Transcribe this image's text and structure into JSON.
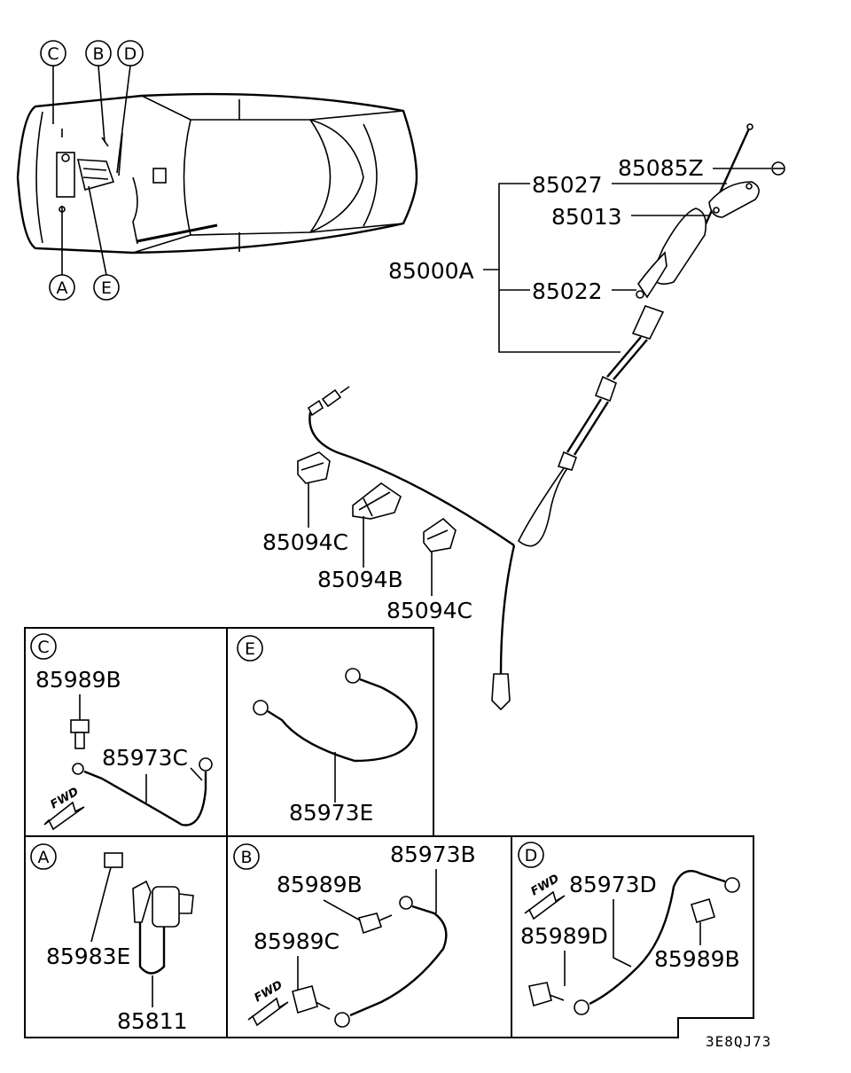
{
  "overview_callouts": {
    "c": "C",
    "b": "B",
    "d": "D",
    "a": "A",
    "e": "E"
  },
  "main_parts": {
    "p85085z": "85085Z",
    "p85027": "85027",
    "p85013": "85013",
    "p85000a": "85000A",
    "p85022": "85022",
    "p85094c_1": "85094C",
    "p85094b": "85094B",
    "p85094c_2": "85094C"
  },
  "detail_c": {
    "letter": "C",
    "bolt": "85989B",
    "cable": "85973C",
    "fwd": "FWD"
  },
  "detail_e": {
    "letter": "E",
    "cable": "85973E"
  },
  "detail_a": {
    "letter": "A",
    "bolt": "85983E",
    "part": "85811"
  },
  "detail_b": {
    "letter": "B",
    "cable": "85973B",
    "bolt_b": "85989B",
    "bolt_c": "85989C",
    "fwd": "FWD"
  },
  "detail_d": {
    "letter": "D",
    "cable": "85973D",
    "bolt_d": "85989D",
    "bolt_b": "85989B",
    "fwd": "FWD"
  },
  "diagram_code": "3E8QJ73"
}
